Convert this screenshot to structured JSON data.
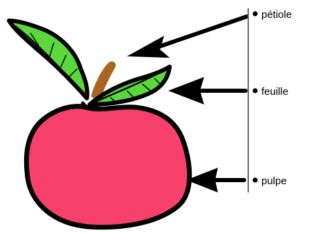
{
  "labels": {
    "petiole": "pétiole",
    "leaf": "feuille",
    "pulp": "pulpe"
  },
  "colors": {
    "pulp": "#f7416c",
    "leaf": "#5bd83b",
    "petiole": "#a9661f",
    "outline": "#000000",
    "axis_line": "#666666"
  }
}
